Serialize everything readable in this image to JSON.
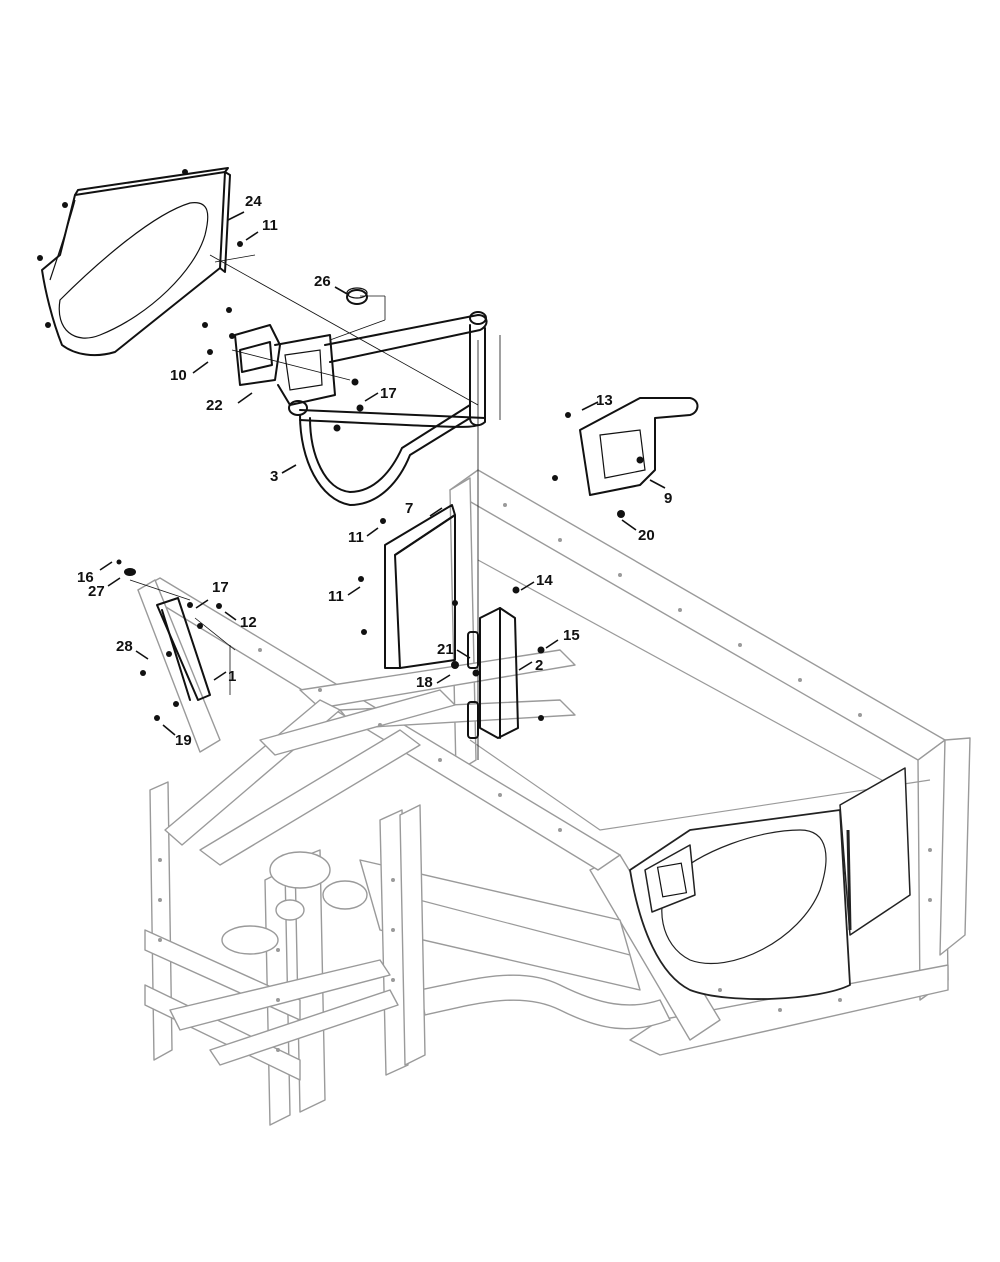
{
  "diagram": {
    "callouts": {
      "c1": "1",
      "c2": "2",
      "c3": "3",
      "c7": "7",
      "c9": "9",
      "c10": "10",
      "c11a": "11",
      "c11b": "11",
      "c11c": "11",
      "c12": "12",
      "c13": "13",
      "c14": "14",
      "c15": "15",
      "c16": "16",
      "c17a": "17",
      "c17b": "17",
      "c18": "18",
      "c19": "19",
      "c20": "20",
      "c21": "21",
      "c22": "22",
      "c24": "24",
      "c26": "26",
      "c27": "27",
      "c28": "28"
    },
    "colors": {
      "part_stroke": "#111111",
      "frame_stroke": "#9a9a9a",
      "background": "#ffffff"
    }
  }
}
